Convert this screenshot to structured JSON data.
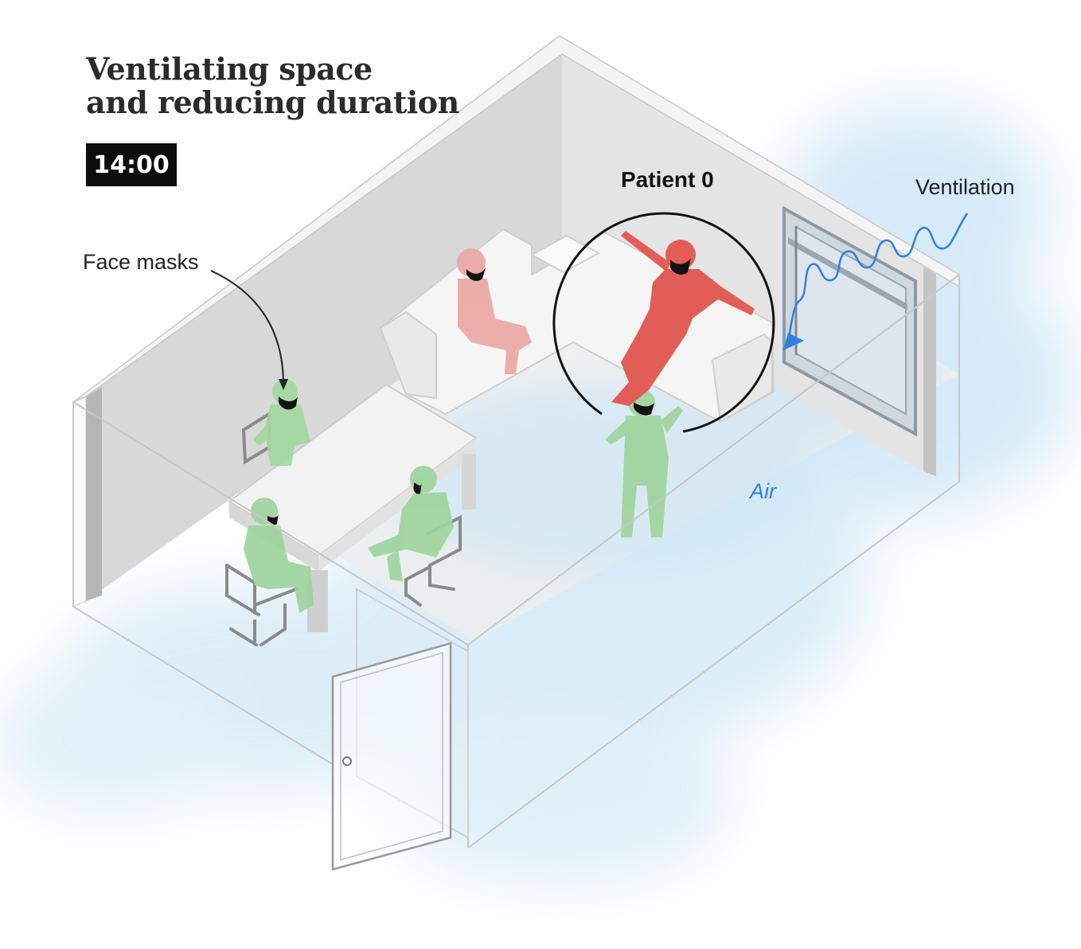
{
  "title": {
    "line1": "Ventilating space",
    "line2": "and reducing duration"
  },
  "timer": "14:00",
  "labels": {
    "face_masks": "Face masks",
    "patient": "Patient 0",
    "ventilation": "Ventilation",
    "air": "Air"
  },
  "colors": {
    "infected": "#e05a55",
    "exposed": "#e9a7a2",
    "masked": "#9bd59a",
    "air": "#bfe0f3",
    "arrow": "#2f7fe0",
    "wall": "#d6d6d6",
    "floor": "#efefef"
  }
}
